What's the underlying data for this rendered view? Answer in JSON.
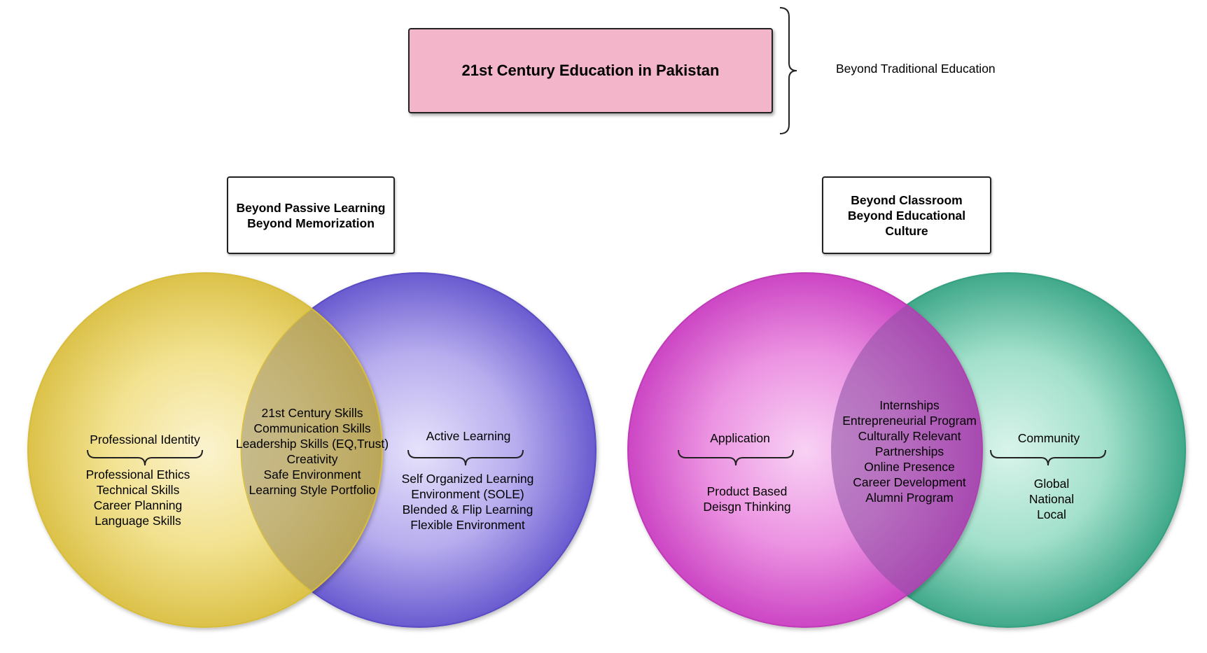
{
  "title": "21st Century Education in Pakistan",
  "title_side_label": "Beyond Traditional Education",
  "left_box": {
    "lines": [
      "Beyond Passive Learning",
      "Beyond Memorization"
    ]
  },
  "right_box": {
    "lines": [
      "Beyond Classroom",
      "Beyond Educational",
      "Culture"
    ]
  },
  "left_venn": {
    "left_circle": {
      "heading": "Professional Identity",
      "items": [
        "Professional Ethics",
        "Technical Skills",
        "Career Planning",
        "Language Skills"
      ],
      "color": "#e3c84e"
    },
    "overlap": {
      "items": [
        "21st Century Skills",
        "Communication Skills",
        "Leadership Skills (EQ,Trust)",
        "Creativity",
        "Safe Environment",
        "Learning Style Portfolio"
      ]
    },
    "right_circle": {
      "heading": "Active Learning",
      "items": [
        "Self Organized Learning",
        "Environment (SOLE)",
        "Blended & Flip Learning",
        "Flexible Environment"
      ],
      "color": "#6b5bd0"
    }
  },
  "right_venn": {
    "left_circle": {
      "heading": "Application",
      "items": [
        "Product Based",
        "Deisgn Thinking"
      ],
      "color": "#d24fcb"
    },
    "overlap": {
      "items": [
        "Internships",
        "Entrepreneurial Program",
        "Culturally Relevant",
        "Partnerships",
        "Online Presence",
        "Career Development",
        "Alumni Program"
      ]
    },
    "right_circle": {
      "heading": "Community",
      "items": [
        "Global",
        "National",
        "Local"
      ],
      "color": "#3aae8c"
    }
  }
}
